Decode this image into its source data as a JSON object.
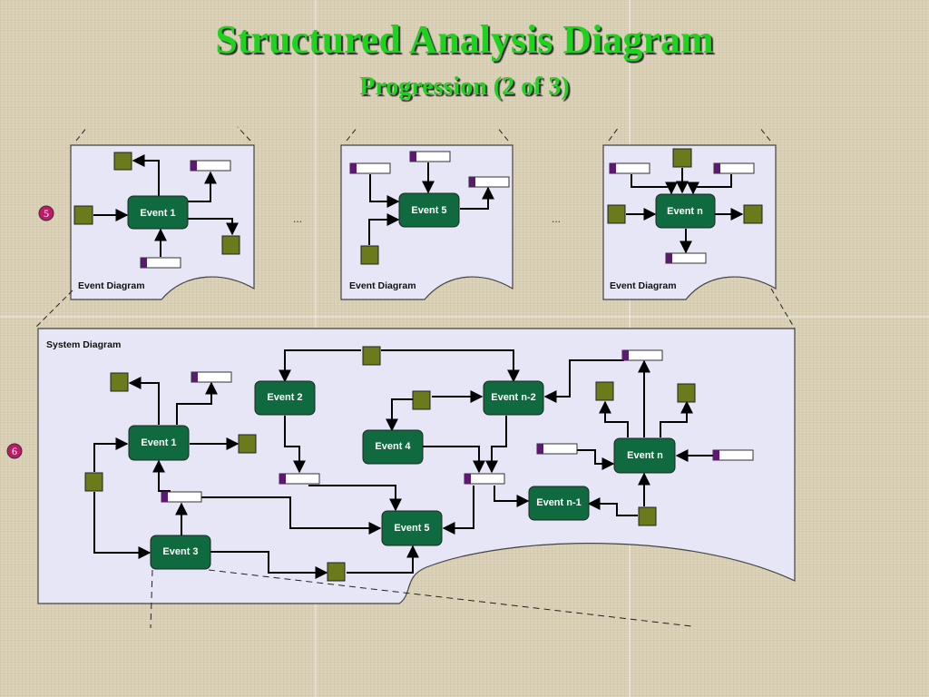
{
  "title": "Structured Analysis Diagram",
  "subtitle": "Progression   (2 of 3)",
  "step_markers": [
    "5",
    "6"
  ],
  "panels": {
    "event_diagram_label": "Event Diagram",
    "system_diagram_label": "System Diagram",
    "ellipsis": "..."
  },
  "events": {
    "e1": "Event 1",
    "e2": "Event 2",
    "e3": "Event 3",
    "e4": "Event 4",
    "e5": "Event 5",
    "en": "Event n",
    "en1": "Event n-1",
    "en2": "Event n-2"
  },
  "colors": {
    "event_fill": "#0f6b3f",
    "flow_square": "#6b7a1a",
    "store_tab": "#5a1a6e",
    "panel_fill": "#e6e6f6",
    "title_green": "#1ed31e",
    "marker": "#c0186a"
  }
}
